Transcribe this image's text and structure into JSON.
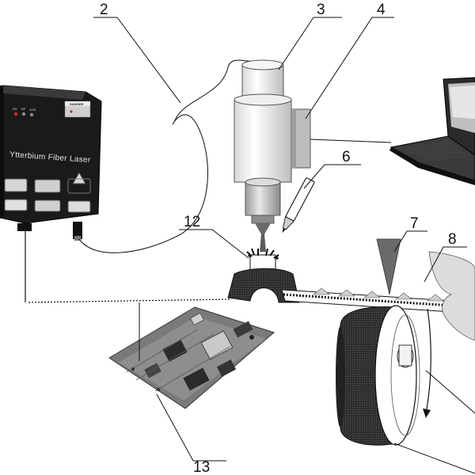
{
  "device": {
    "brand_label": "Ytterbium Fiber Laser",
    "warning_label": "DANGER",
    "indicator_labels": [
      "EN",
      "BP",
      "ACB"
    ]
  },
  "callouts": [
    {
      "id": "2",
      "label": "2"
    },
    {
      "id": "3",
      "label": "3"
    },
    {
      "id": "4",
      "label": "4"
    },
    {
      "id": "6",
      "label": "6"
    },
    {
      "id": "7",
      "label": "7"
    },
    {
      "id": "8",
      "label": "8"
    },
    {
      "id": "12",
      "label": "12"
    },
    {
      "id": "13",
      "label": "13"
    }
  ],
  "colors": {
    "ink": "#111111",
    "device_body": "#1c1c1c",
    "metal_light": "#f2f2f2",
    "wheel_dark": "#2b2b2b",
    "pcb": "#6e6e6e"
  }
}
